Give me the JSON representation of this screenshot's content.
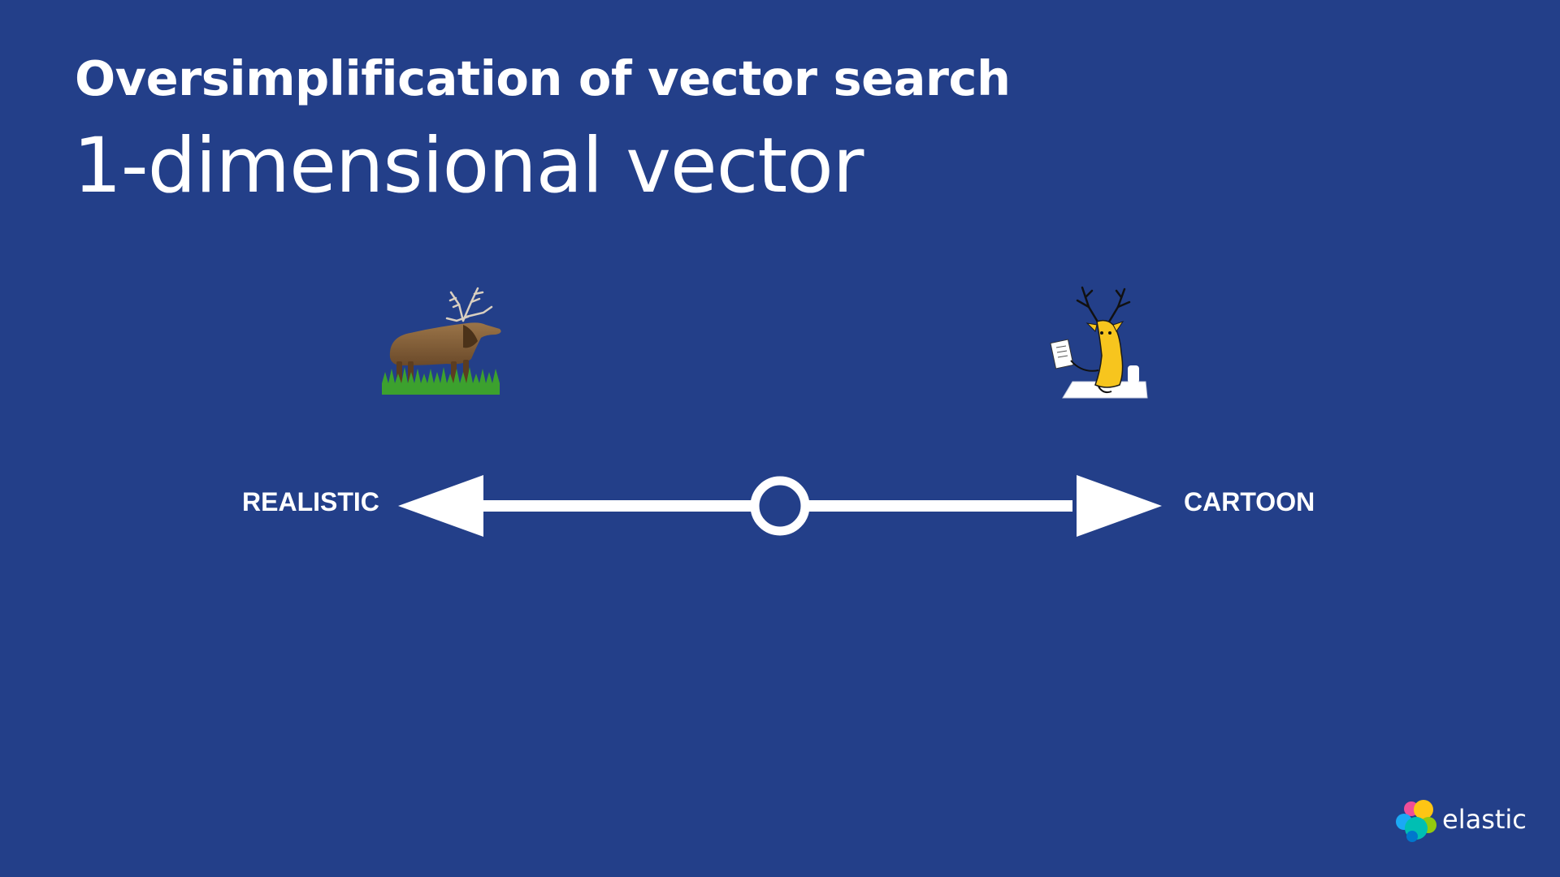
{
  "slide": {
    "title": "Oversimplification of vector search",
    "subtitle": "1-dimensional vector",
    "background_color": "#233f89"
  },
  "axis": {
    "left_label": "REALISTIC",
    "right_label": "CARTOON",
    "left_image": "realistic-elk-image",
    "right_image": "cartoon-elk-mascot-image",
    "marker_position": 0.5
  },
  "logo": {
    "text": "elastic",
    "icon": "elastic-logo-icon",
    "colors": [
      "#f04e98",
      "#fec514",
      "#00bfb3",
      "#1ba9f5",
      "#93c90e",
      "#07c"
    ]
  }
}
